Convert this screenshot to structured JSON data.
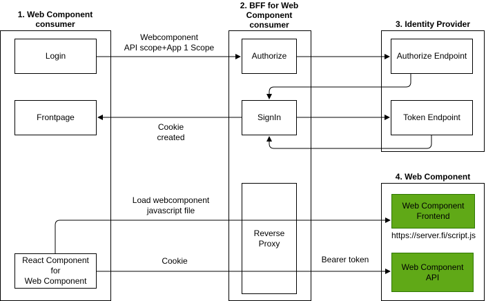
{
  "lanes": {
    "consumer": {
      "title_line1": "1. Web Component",
      "title_line2": "consumer"
    },
    "bff": {
      "title_line1": "2. BFF for Web",
      "title_line2": "Component",
      "title_line3": "consumer"
    },
    "idp": {
      "title": "3. Identity Provider"
    },
    "webcomponent": {
      "title": "4. Web Component"
    }
  },
  "boxes": {
    "login": "Login",
    "frontpage": "Frontpage",
    "react_line1": "React Component",
    "react_line2": "for",
    "react_line3": "Web Component",
    "authorize": "Authorize",
    "signin": "SignIn",
    "reverse_proxy_line1": "Reverse",
    "reverse_proxy_line2": "Proxy",
    "authorize_endpoint": "Authorize Endpoint",
    "token_endpoint": "Token Endpoint",
    "wc_frontend_line1": "Web Component",
    "wc_frontend_line2": "Frontend",
    "wc_api_line1": "Web Component",
    "wc_api_line2": "API"
  },
  "labels": {
    "scope_line1": "Webcomponent",
    "scope_line2": "API scope+App 1 Scope",
    "cookie_created_line1": "Cookie",
    "cookie_created_line2": "created",
    "load_line1": "Load webcomponent",
    "load_line2": "javascript file",
    "cookie": "Cookie",
    "bearer_token": "Bearer token",
    "script_url": "https://server.fi/script.js"
  },
  "colors": {
    "component_fill": "#60a917",
    "component_border": "#2d7600"
  }
}
